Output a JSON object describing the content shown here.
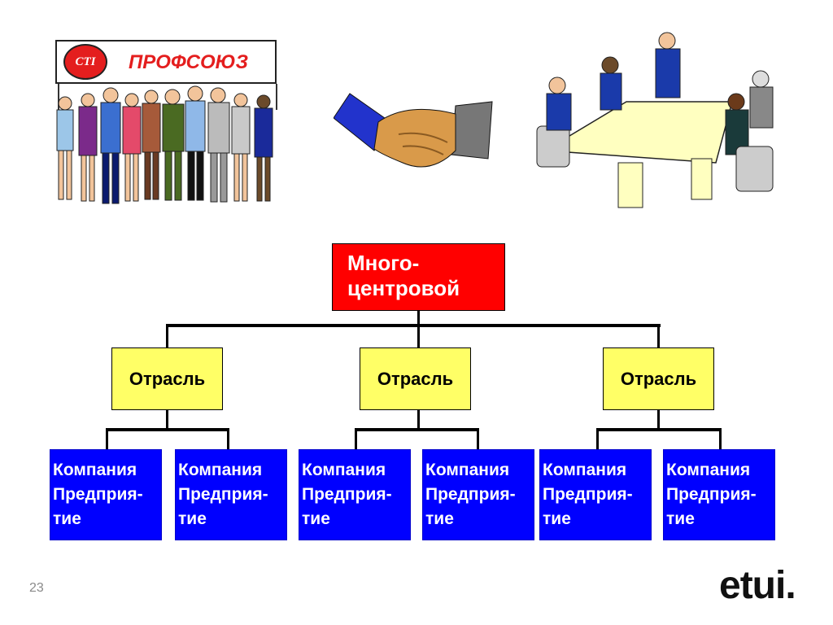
{
  "slide": {
    "page_number": "23",
    "brand": "etui."
  },
  "union": {
    "badge": "CTI",
    "title": "ПРОФСОЮЗ"
  },
  "diagram": {
    "root": "Много-\nцентровой",
    "branches": [
      "Отрасль",
      "Отрасль",
      "Отрасль"
    ],
    "leaves": [
      "Компания\nПредприя-\nтие",
      "Компания\nПредприя-\nтие",
      "Компания\nПредприя-\nтие",
      "Компания\nПредприя-\nтие",
      "Компания\nПредприя-\nтие",
      "Компания\nПредприя-\nтие"
    ]
  },
  "colors": {
    "root": "#ff0000",
    "branch": "#ffff66",
    "leaf": "#0000ff",
    "accent": "#e41e1e"
  }
}
